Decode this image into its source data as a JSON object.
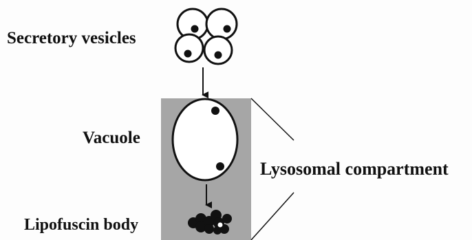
{
  "labels": {
    "secretory_vesicles": "Secretory vesicles",
    "vacuole": "Vacuole",
    "lipofuscin_body": "Lipofuscin body",
    "lysosomal_compartment": "Lysosomal compartment"
  },
  "colors": {
    "ink": "#111111",
    "compartment_fill": "#a6a6a6",
    "background": "#fdfdfd"
  }
}
